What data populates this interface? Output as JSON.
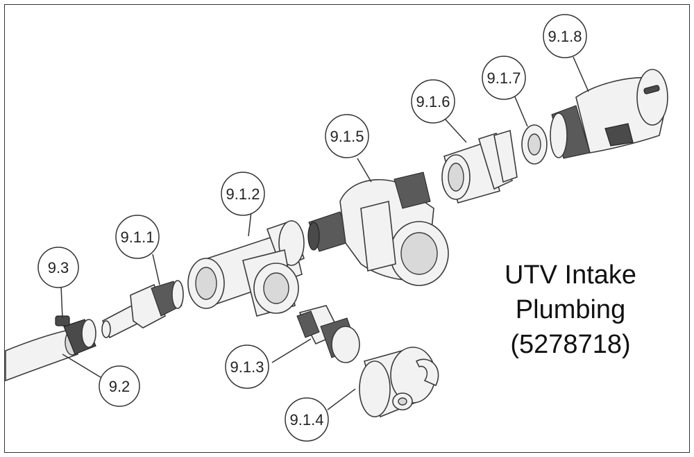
{
  "title": {
    "line1": "UTV Intake",
    "line2": "Plumbing",
    "line3": "(5278718)"
  },
  "callouts": [
    {
      "id": "9.1.8",
      "label": "9.1.8"
    },
    {
      "id": "9.1.7",
      "label": "9.1.7"
    },
    {
      "id": "9.1.6",
      "label": "9.1.6"
    },
    {
      "id": "9.1.5",
      "label": "9.1.5"
    },
    {
      "id": "9.1.2",
      "label": "9.1.2"
    },
    {
      "id": "9.1.1",
      "label": "9.1.1"
    },
    {
      "id": "9.3",
      "label": "9.3"
    },
    {
      "id": "9.2",
      "label": "9.2"
    },
    {
      "id": "9.1.3",
      "label": "9.1.3"
    },
    {
      "id": "9.1.4",
      "label": "9.1.4"
    }
  ]
}
